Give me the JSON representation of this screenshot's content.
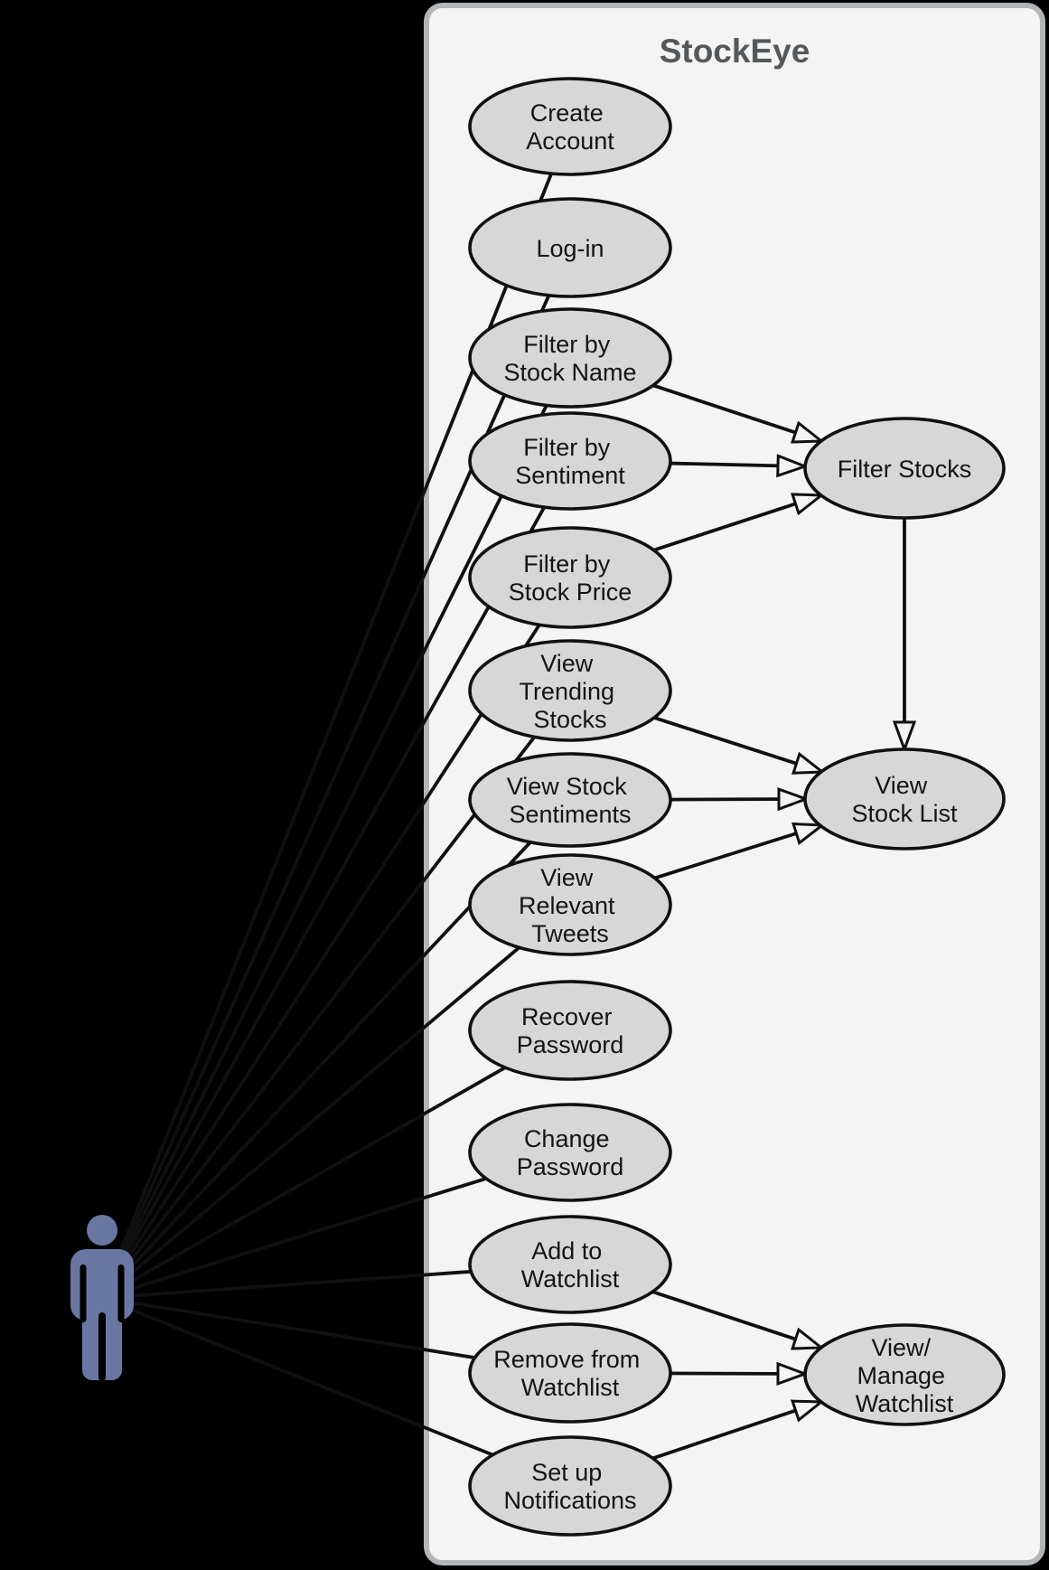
{
  "title": "StockEye",
  "colors": {
    "canvas_background": "#000000",
    "system_boundary_fill": "#f4f4f4",
    "system_boundary_border": "#b2b6b9",
    "usecase_fill": "#d7d7d7",
    "usecase_stroke": "#101010",
    "connector_color": "#101010",
    "title_color": "#55585a",
    "actor_color": "#6878a2"
  },
  "actor": {
    "role": "user"
  },
  "use_cases": {
    "create_account": {
      "label": "Create Account",
      "lines": [
        "Create",
        "Account"
      ]
    },
    "log_in": {
      "label": "Log-in",
      "lines": [
        "Log-in"
      ]
    },
    "filter_by_stock_name": {
      "label": "Filter by Stock Name",
      "lines": [
        "Filter by",
        "Stock Name"
      ]
    },
    "filter_by_sentiment": {
      "label": "Filter by Sentiment",
      "lines": [
        "Filter by",
        "Sentiment"
      ]
    },
    "filter_by_stock_price": {
      "label": "Filter by Stock Price",
      "lines": [
        "Filter by",
        "Stock Price"
      ]
    },
    "view_trending_stocks": {
      "label": "View Trending Stocks",
      "lines": [
        "View",
        "Trending",
        "Stocks"
      ]
    },
    "view_stock_sentiments": {
      "label": "View Stock Sentiments",
      "lines": [
        "View Stock",
        "Sentiments"
      ]
    },
    "view_relevant_tweets": {
      "label": "View Relevant Tweets",
      "lines": [
        "View",
        "Relevant",
        "Tweets"
      ]
    },
    "recover_password": {
      "label": "Recover Password",
      "lines": [
        "Recover",
        "Password"
      ]
    },
    "change_password": {
      "label": "Change Password",
      "lines": [
        "Change",
        "Password"
      ]
    },
    "add_to_watchlist": {
      "label": "Add to Watchlist",
      "lines": [
        "Add to",
        "Watchlist"
      ]
    },
    "remove_from_watchlist": {
      "label": "Remove from Watchlist",
      "lines": [
        "Remove from",
        "Watchlist"
      ]
    },
    "set_up_notifications": {
      "label": "Set up Notifications",
      "lines": [
        "Set up",
        "Notifications"
      ]
    },
    "filter_stocks": {
      "label": "Filter Stocks",
      "lines": [
        "Filter Stocks"
      ]
    },
    "view_stock_list": {
      "label": "View Stock List",
      "lines": [
        "View",
        "Stock List"
      ]
    },
    "view_manage_watchlist": {
      "label": "View/Manage Watchlist",
      "lines": [
        "View/",
        "Manage",
        "Watchlist"
      ]
    }
  },
  "relationships": {
    "actor_associations": [
      "create_account",
      "log_in",
      "filter_by_stock_name",
      "filter_by_sentiment",
      "filter_by_stock_price",
      "view_trending_stocks",
      "view_stock_sentiments",
      "view_relevant_tweets",
      "recover_password",
      "change_password",
      "add_to_watchlist",
      "remove_from_watchlist",
      "set_up_notifications"
    ],
    "generalizations": [
      {
        "from": "filter_by_stock_name",
        "to": "filter_stocks"
      },
      {
        "from": "filter_by_sentiment",
        "to": "filter_stocks"
      },
      {
        "from": "filter_by_stock_price",
        "to": "filter_stocks"
      },
      {
        "from": "filter_stocks",
        "to": "view_stock_list"
      },
      {
        "from": "view_trending_stocks",
        "to": "view_stock_list"
      },
      {
        "from": "view_stock_sentiments",
        "to": "view_stock_list"
      },
      {
        "from": "view_relevant_tweets",
        "to": "view_stock_list"
      },
      {
        "from": "add_to_watchlist",
        "to": "view_manage_watchlist"
      },
      {
        "from": "remove_from_watchlist",
        "to": "view_manage_watchlist"
      },
      {
        "from": "set_up_notifications",
        "to": "view_manage_watchlist"
      }
    ]
  }
}
